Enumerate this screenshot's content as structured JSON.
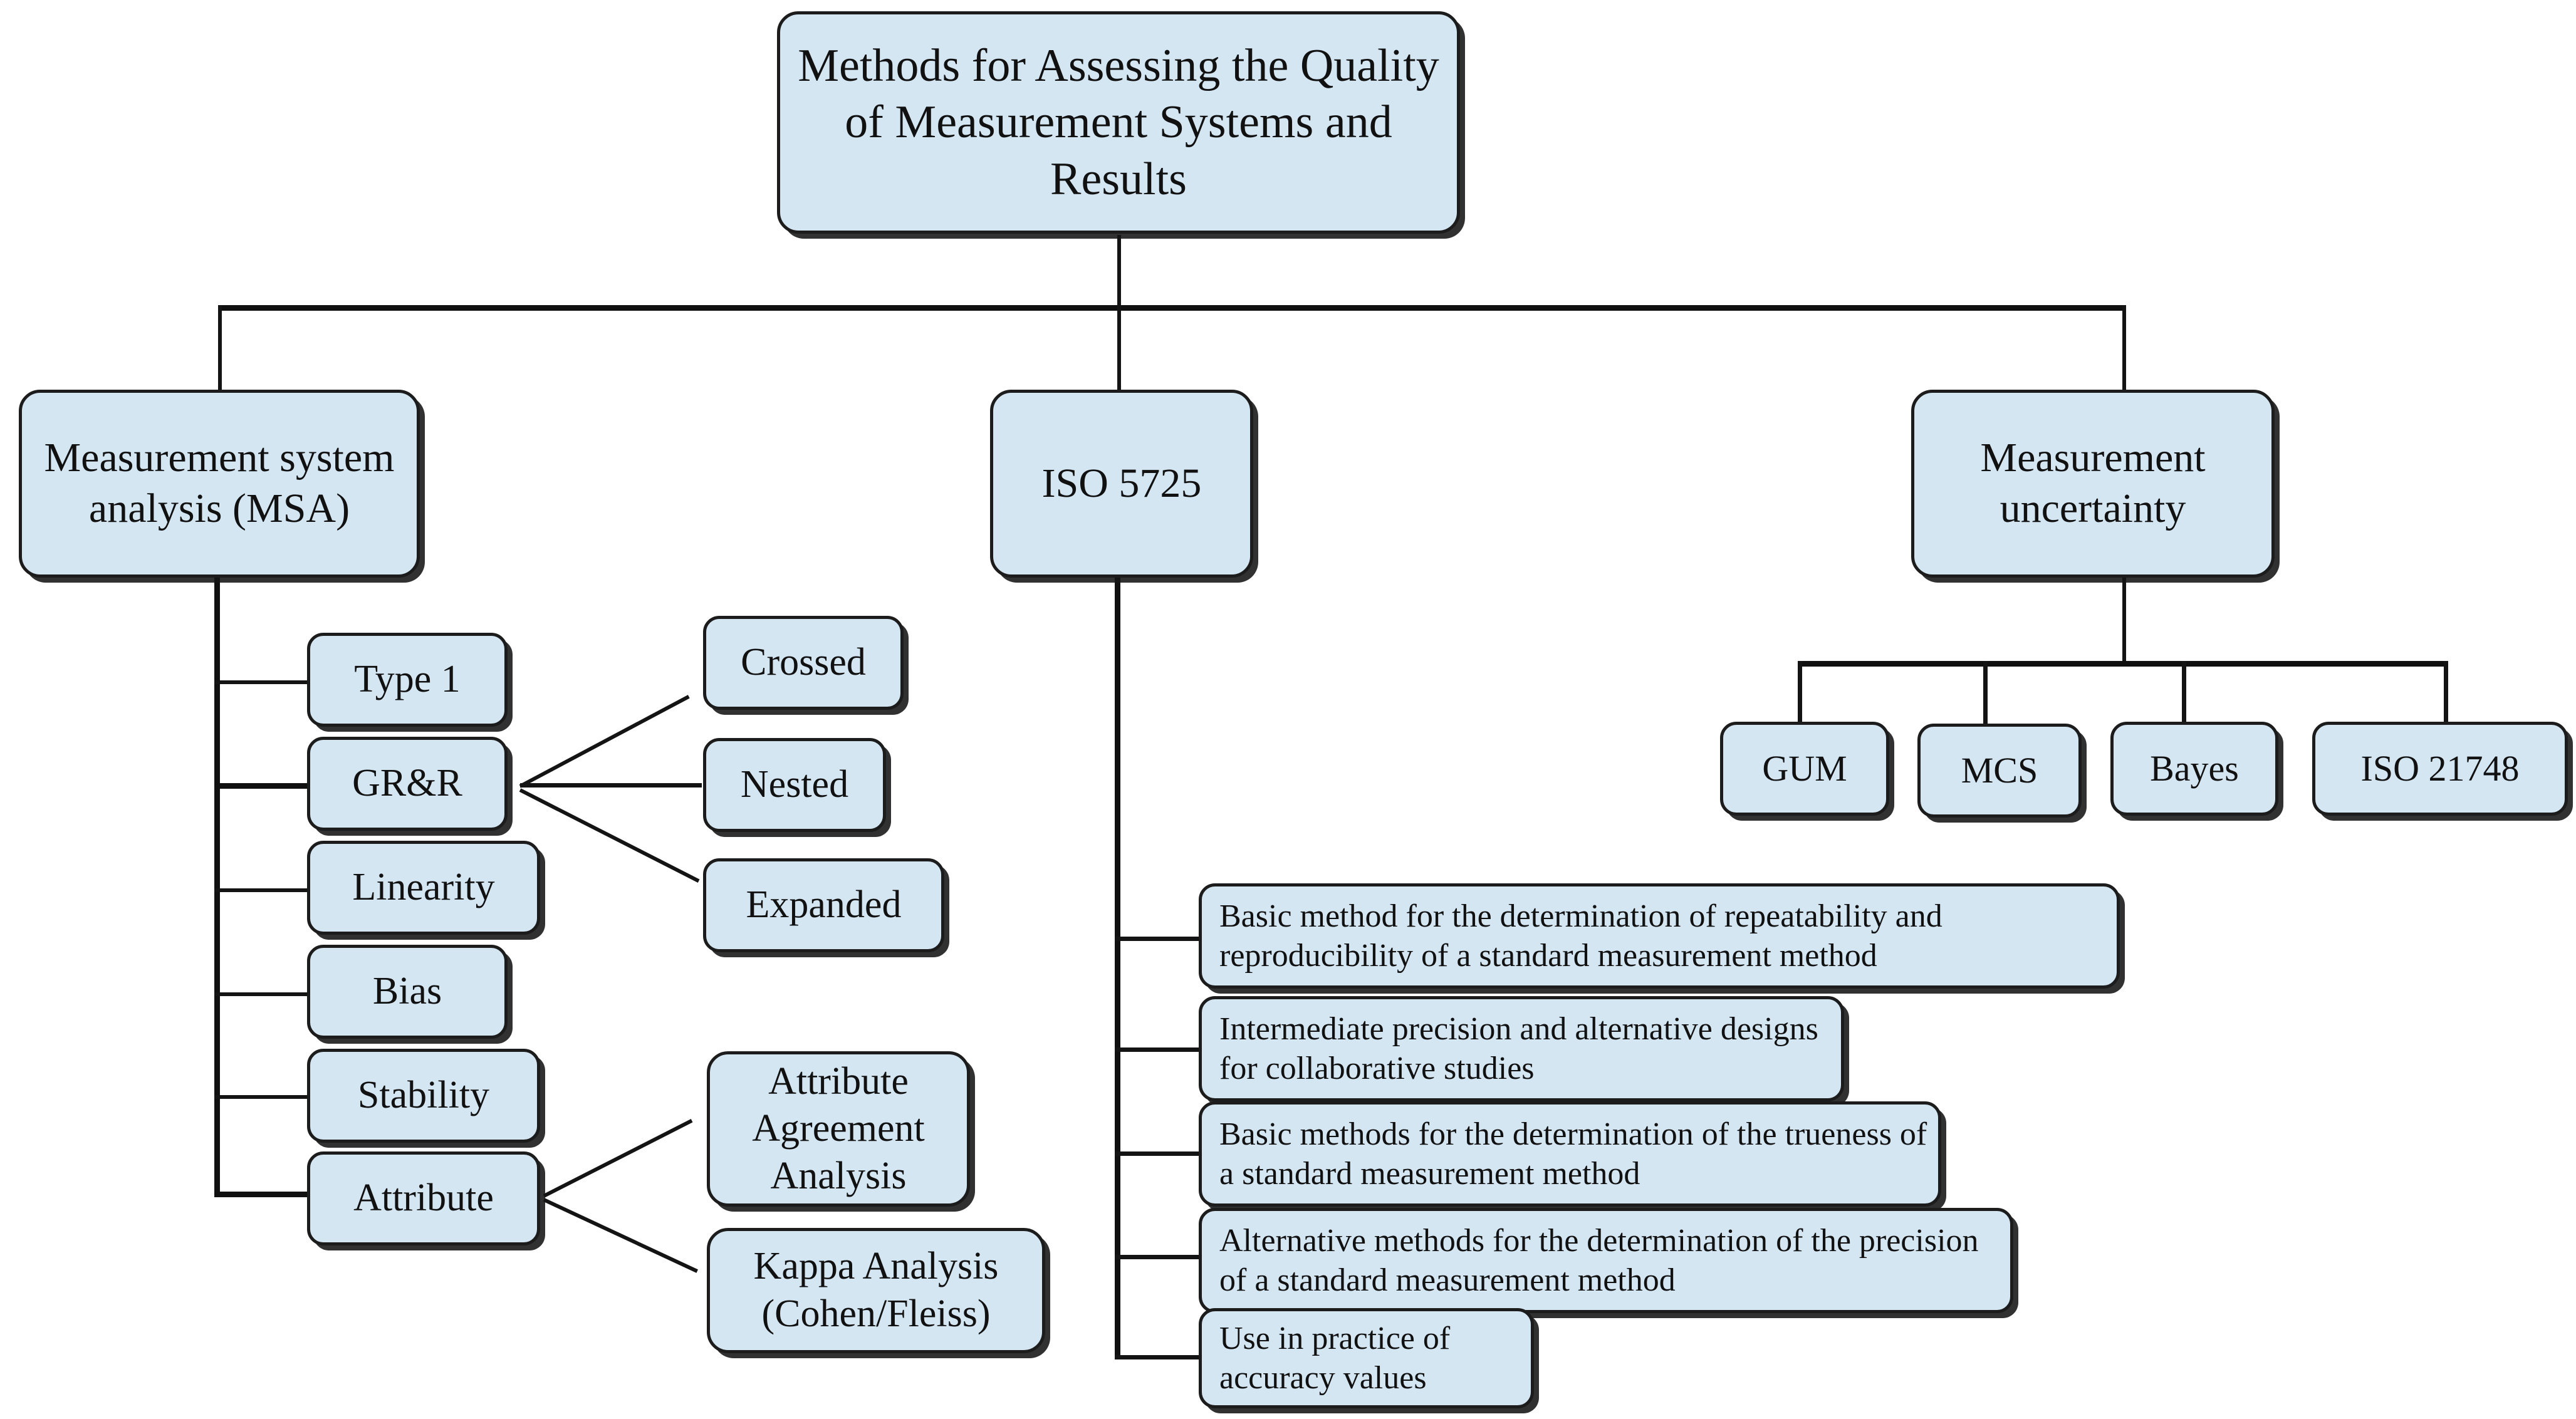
{
  "diagram": {
    "title": "Methods for Assessing the Quality of Measurement Systems and Results",
    "root": {
      "label": "Methods for Assessing the Quality of Measurement Systems and Results"
    },
    "branches": {
      "msa": {
        "label": "Measurement system analysis (MSA)",
        "children": [
          {
            "label": "Type 1"
          },
          {
            "label": "GR&R"
          },
          {
            "label": "Linearity"
          },
          {
            "label": "Bias"
          },
          {
            "label": "Stability"
          },
          {
            "label": "Attribute"
          }
        ],
        "grr_children": [
          {
            "label": "Crossed"
          },
          {
            "label": "Nested"
          },
          {
            "label": "Expanded"
          }
        ],
        "attribute_children": [
          {
            "label": "Attribute Agreement Analysis"
          },
          {
            "label": "Kappa Analysis (Cohen/Fleiss)"
          }
        ]
      },
      "iso5725": {
        "label": "ISO 5725",
        "children": [
          {
            "label": "Basic method for the determination of repeatability and reproducibility of a standard measurement method"
          },
          {
            "label": "Intermediate precision and alternative designs for collaborative studies"
          },
          {
            "label": "Basic methods for the determination of the trueness of a standard measurement method"
          },
          {
            "label": "Alternative methods for the determination of the precision of a standard measurement method"
          },
          {
            "label": "Use in practice of accuracy values"
          }
        ]
      },
      "uncertainty": {
        "label": "Measurement uncertainty",
        "children": [
          {
            "label": "GUM"
          },
          {
            "label": "MCS"
          },
          {
            "label": "Bayes"
          },
          {
            "label": "ISO 21748"
          }
        ]
      }
    },
    "colors": {
      "node_fill": "#d5e6f3",
      "node_border": "#1c1c1c",
      "connector": "#141414",
      "background": "#ffffff",
      "text": "#111111"
    }
  }
}
